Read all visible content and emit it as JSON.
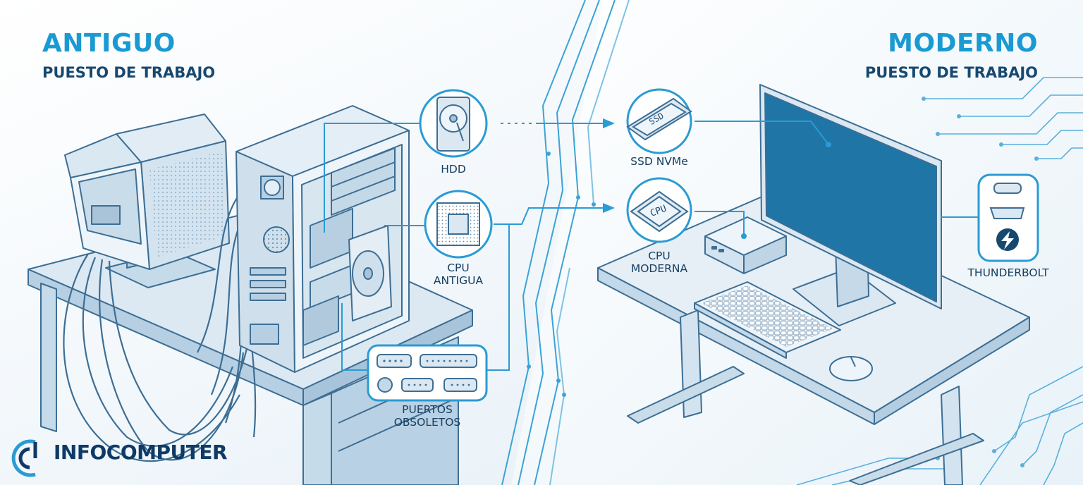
{
  "left_panel": {
    "title": "ANTIGUO",
    "subtitle": "PUESTO DE TRABAJO"
  },
  "right_panel": {
    "title": "MODERNO",
    "subtitle": "PUESTO DE TRABAJO"
  },
  "callouts": {
    "hdd": "HDD",
    "cpu_old_line1": "CPU",
    "cpu_old_line2": "ANTIGUA",
    "ports_line1": "PUERTOS",
    "ports_line2": "OBSOLETOS",
    "ssd": "SSD NVMe",
    "cpu_new_line1": "CPU",
    "cpu_new_line2": "MODERNA",
    "thunderbolt": "THUNDERBOLT"
  },
  "chip_text": {
    "ssd": "SSD",
    "cpu": "CPU"
  },
  "brand": {
    "name": "INFOCOMPUTER"
  },
  "colors": {
    "accent": "#1a9ad2",
    "navy": "#17486f",
    "line": "#3d6e94",
    "screen": "#1f75a6",
    "background": "#f4f9fc"
  }
}
